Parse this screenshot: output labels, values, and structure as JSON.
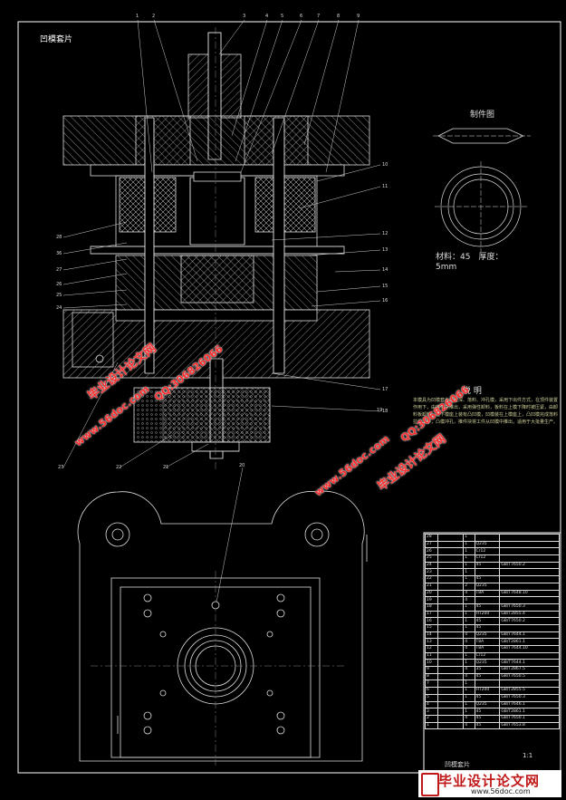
{
  "frame_title": "凹模套片",
  "blank_view_label": "制件图",
  "material_line1": "材料：45　厚度：",
  "material_line2": "5mm",
  "notes": {
    "title": "说 明",
    "body": "本模具为凹模套片的拉深、落料、冲孔模，采用下出件方式，在顶件装置作用下，由推件块推出，采用弹性卸料，板料在上模下降时被压紧，由卸料板卸料，在下模座上装有凸凹模，凹模装在上模座上，凸凹模完成落料拉深工序，凸模冲孔，推件块将工件从凹模中推出，适用于大批量生产。"
  },
  "watermarks": [
    {
      "text": "毕业设计论文网",
      "kind": "brand"
    },
    {
      "text": "www.56doc.com",
      "kind": "url"
    },
    {
      "text": "QQ:306826066",
      "kind": "qq"
    },
    {
      "text": "QQ:306826066",
      "kind": "qq"
    },
    {
      "text": "www.56doc.com",
      "kind": "url"
    },
    {
      "text": "毕业设计论文网",
      "kind": "brand"
    }
  ],
  "callouts_top": [
    "1",
    "2",
    "3",
    "4",
    "5",
    "6",
    "7",
    "8",
    "9"
  ],
  "callouts_right": [
    "10",
    "11",
    "12",
    "13",
    "14",
    "15",
    "16",
    "17",
    "18"
  ],
  "callouts_left": [
    "28",
    "36",
    "27",
    "26",
    "25",
    "24"
  ],
  "callouts_bottom": [
    "23",
    "22",
    "21",
    "20",
    "19"
  ],
  "bom_rows": [
    [
      "28",
      "",
      "1",
      "",
      ""
    ],
    [
      "27",
      "",
      "1",
      "Q235",
      ""
    ],
    [
      "26",
      "",
      "1",
      "Cr12",
      ""
    ],
    [
      "25",
      "",
      "1",
      "Cr12",
      ""
    ],
    [
      "24",
      "",
      "1",
      "45",
      "GB/T7650.2"
    ],
    [
      "23",
      "",
      "1",
      "",
      ""
    ],
    [
      "22",
      "",
      "1",
      "45",
      ""
    ],
    [
      "21",
      "",
      "2",
      "Q235",
      ""
    ],
    [
      "20",
      "",
      "4",
      "T8A",
      "GB/T7648.10"
    ],
    [
      "19",
      "",
      "4",
      "",
      ""
    ],
    [
      "18",
      "",
      "1",
      "45",
      "GB/T7650.3"
    ],
    [
      "17",
      "",
      "1",
      "HT200",
      "GB/T2855.4"
    ],
    [
      "16",
      "",
      "1",
      "45",
      "GB/T7650.2"
    ],
    [
      "15",
      "",
      "1",
      "45",
      ""
    ],
    [
      "14",
      "",
      "4",
      "Q235",
      "GB/T7644.1"
    ],
    [
      "13",
      "",
      "4",
      "T8A",
      "GB/T2861.1"
    ],
    [
      "12",
      "",
      "4",
      "T8A",
      "GB/T7644.10"
    ],
    [
      "11",
      "",
      "1",
      "Cr12",
      ""
    ],
    [
      "10",
      "",
      "1",
      "Q235",
      "GB/T7644.1"
    ],
    [
      "9",
      "",
      "4",
      "35",
      "GB/T2867.5"
    ],
    [
      "8",
      "",
      "4",
      "45",
      "GB/T7650.5"
    ],
    [
      "7",
      "",
      "1",
      "",
      ""
    ],
    [
      "6",
      "",
      "1",
      "HT200",
      "GB/T2855.5"
    ],
    [
      "5",
      "",
      "1",
      "45",
      "GB/T7650.3"
    ],
    [
      "4",
      "",
      "1",
      "Q235",
      "GB/T7646.1"
    ],
    [
      "3",
      "",
      "1",
      "45",
      "GB/T2861.1"
    ],
    [
      "2",
      "",
      "4",
      "45",
      "GB/T7650.1"
    ],
    [
      "1",
      "",
      "4",
      "45",
      "GB/T7653.8"
    ]
  ],
  "title_block": {
    "name": "凹模套片",
    "scale": "1:1"
  },
  "footer_logo": {
    "brand": "毕业设计论文网",
    "url": "www.56doc.com"
  }
}
